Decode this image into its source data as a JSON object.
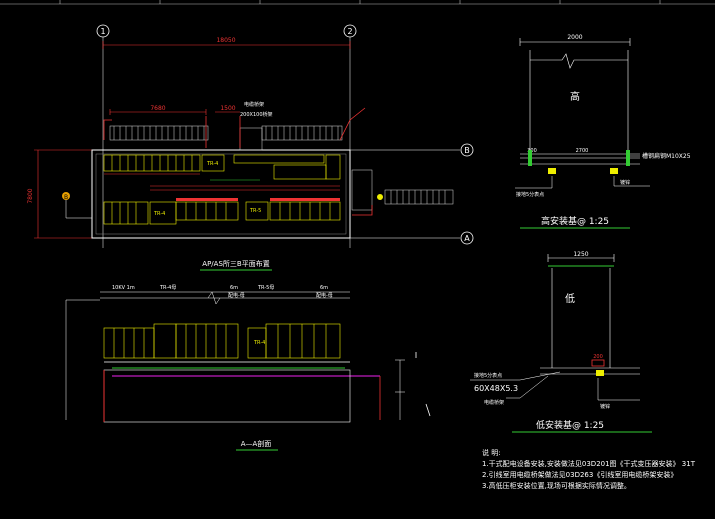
{
  "drawing": {
    "axes": {
      "axis_1": "1",
      "axis_2": "2",
      "axis_B": "B",
      "axis_A": "A",
      "axis_side": "B"
    },
    "dims": {
      "overall_width": "18050",
      "left_width": "7680",
      "short_dim": "1500",
      "height_dim": "7800",
      "elev_top_width": "2000",
      "elev_inner": "2700",
      "elev_low_width": "1250",
      "elev_small": "300",
      "elev_low_small": "200"
    },
    "labels": {
      "plan_title": "AP/AS所三B平面布置",
      "section_title": "A—A剖面",
      "high_title": "高安装基@ 1:25",
      "low_title": "低安装基@ 1:25",
      "high_char": "高",
      "low_char": "低",
      "channel_steel": "槽钢扁钢M10X25",
      "angle_steel": "60X48X5.3",
      "bolt_note": "镀锌",
      "weld_note": "接地5分表点",
      "weld_note2": "接地5分表点",
      "cable_tray": "电缆桥架",
      "cable_tray2": "200X100桥架",
      "sec_l1": "10KV 1m",
      "sec_l2": "TR-4母",
      "sec_l3": "6m",
      "sec_l4": "配电-母",
      "sec_l5": "TR-5母",
      "sec_l6": "6m",
      "sec_l7": "配电-母",
      "tr1": "TR-4",
      "tr2": "TR-5",
      "tr3": "TR-4",
      "tr4": "TR-4",
      "notes_title": "说 明:",
      "note1": "1.干式配电设备安装,安装做法见03D201图《干式变压器安装》 31T",
      "note2": "2.引线室用电缆桥架做法见03D263《引线室用电缆桥架安装》",
      "note3": "3.高低压柜安装位置,现场可根据实际情况调整。"
    }
  }
}
